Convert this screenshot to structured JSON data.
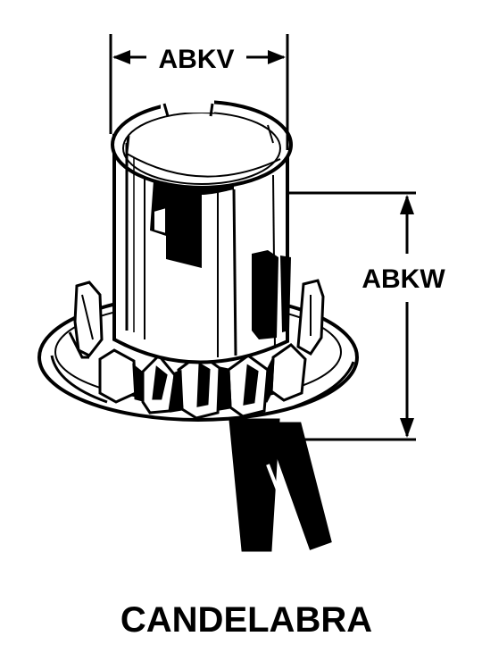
{
  "figure": {
    "caption": "CANDELABRA",
    "dimensions": {
      "width_label": "ABKV",
      "height_label": "ABKW"
    },
    "part": "candelabra-lamp-socket"
  }
}
